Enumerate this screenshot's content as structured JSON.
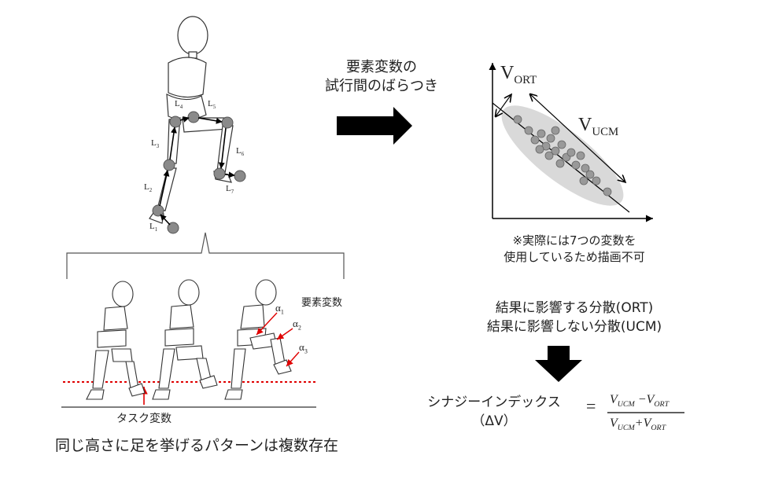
{
  "top_label": [
    "要素変数の",
    "試行間のばらつき"
  ],
  "plot": {
    "v_ort": "V",
    "v_ort_sub": "ORT",
    "v_ucm": "V",
    "v_ucm_sub": "UCM"
  },
  "note": [
    "※実際には7つの変数を",
    "使用しているため描画不可"
  ],
  "variance": [
    "結果に影響する分散(ORT)",
    "結果に影響しない分散(UCM)"
  ],
  "synergy": [
    "シナジーインデックス",
    "（ΔV）"
  ],
  "formula": {
    "equals": "=",
    "v": "V",
    "ucm": "UCM",
    "ort": "ORT",
    "minus": "−",
    "plus": "+"
  },
  "segment_labels": [
    "L",
    "L",
    "L",
    "L",
    "L",
    "L",
    "L"
  ],
  "segment_subs": [
    "1",
    "2",
    "3",
    "4",
    "5",
    "6",
    "7"
  ],
  "angles": {
    "a": "α",
    "subs": [
      "1",
      "2",
      "3"
    ]
  },
  "element_variables_label": "要素変数",
  "task_variable_label": "タスク変数",
  "bottom_caption": "同じ高さに足を挙げるパターンは複数存在",
  "colors": {
    "dash": "#e00000",
    "joint": "#8a8a8a",
    "ellipse": "#d9d9d9",
    "arrow": "#000000",
    "task_arrow": "#e00000"
  }
}
